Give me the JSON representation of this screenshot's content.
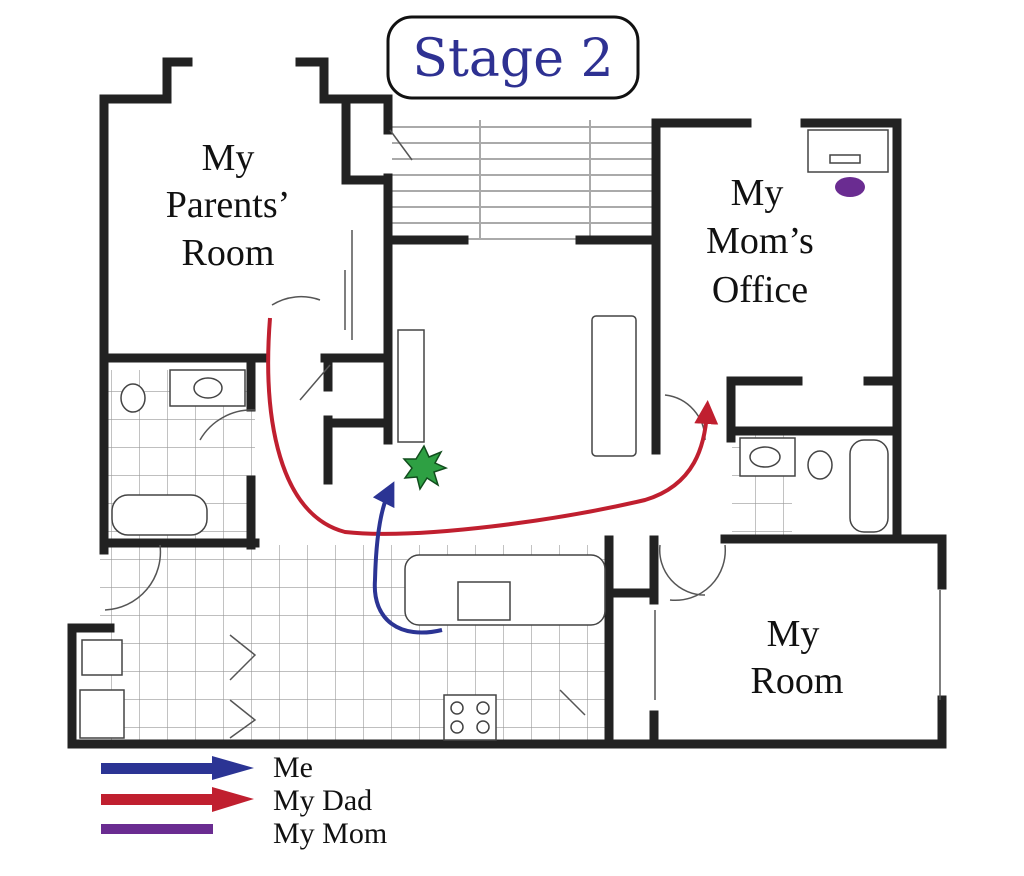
{
  "title": "Stage 2",
  "rooms": {
    "parents": [
      "My",
      "Parents’",
      "Room"
    ],
    "office": [
      "My",
      "Mom’s",
      "Office"
    ],
    "my_room": [
      "My",
      "Room"
    ]
  },
  "legend": [
    {
      "label": "Me",
      "color": "#2b3494",
      "arrow": true
    },
    {
      "label": "My Dad",
      "color": "#c01f2f",
      "arrow": true
    },
    {
      "label": "My Mom",
      "color": "#6a2c91",
      "arrow": false
    }
  ],
  "colors": {
    "star": "#2ea043",
    "mom_marker": "#6a2c91",
    "title": "#2e3192"
  }
}
